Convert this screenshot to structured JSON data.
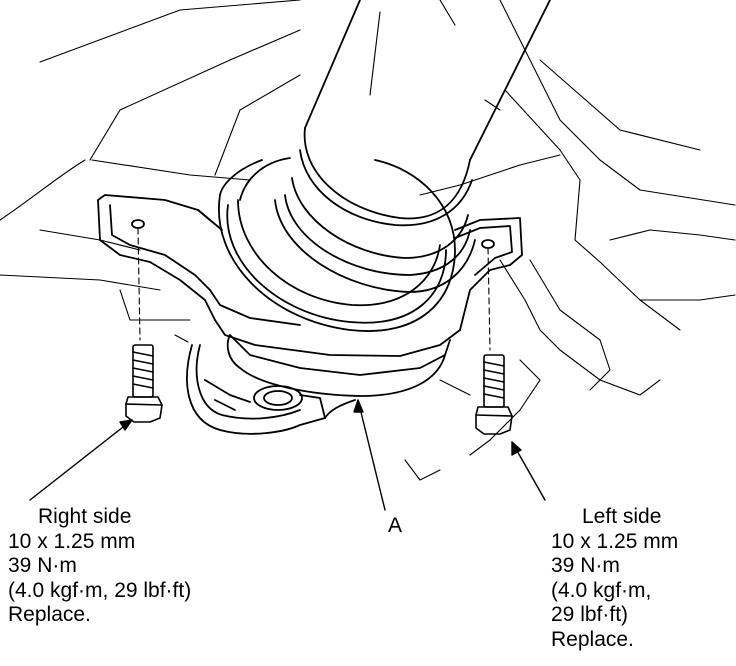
{
  "labels": {
    "part_a": "A"
  },
  "callouts": {
    "right": {
      "title": "Right side",
      "size": "10 x 1.25 mm",
      "torque_nm": "39 N·m",
      "torque_alt": "(4.0 kgf·m, 29 lbf·ft)",
      "note": "Replace."
    },
    "left": {
      "title": "Left side",
      "size": "10 x 1.25 mm",
      "torque_nm": "39 N·m",
      "torque_alt_1": "(4.0 kgf·m,",
      "torque_alt_2": "29 lbf·ft)",
      "note": "Replace."
    }
  },
  "colors": {
    "line": "#000000",
    "background": "#ffffff"
  }
}
